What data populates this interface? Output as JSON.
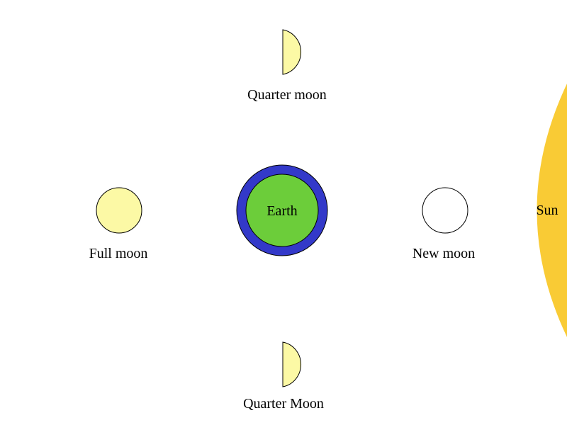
{
  "labels": {
    "earth": "Earth",
    "sun": "Sun",
    "quarter_moon_top": "Quarter moon",
    "quarter_moon_bottom": "Quarter Moon",
    "full_moon": "Full moon",
    "new_moon": "New moon"
  },
  "colors": {
    "sun": "#f9cb35",
    "earth_land": "#6ccd3a",
    "earth_ocean": "#3339c9",
    "moon_lit": "#fcf9a5",
    "moon_dark": "#ffffff",
    "outline": "#000000"
  }
}
